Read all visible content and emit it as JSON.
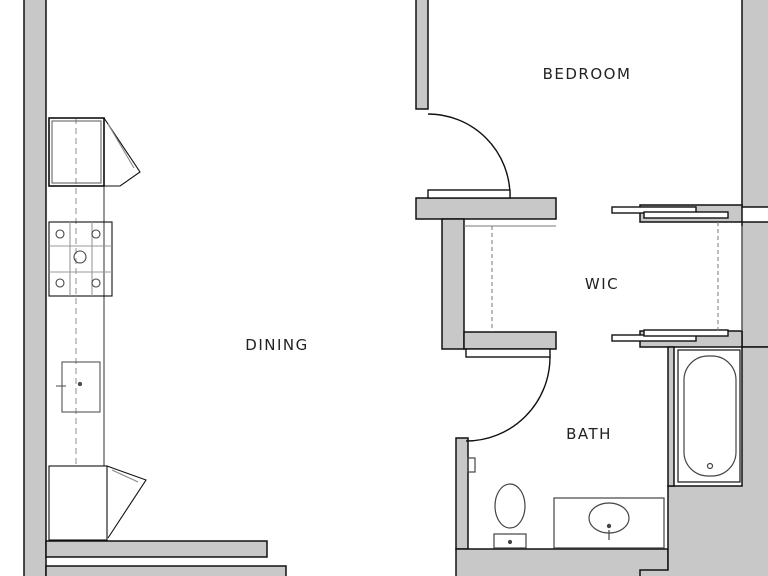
{
  "floorplan": {
    "rooms": [
      {
        "id": "bedroom",
        "label": "BEDROOM"
      },
      {
        "id": "wic",
        "label": "WIC"
      },
      {
        "id": "dining",
        "label": "DINING"
      },
      {
        "id": "bath",
        "label": "BATH"
      }
    ]
  },
  "colors": {
    "wall_fill": "#c8c8c8",
    "line": "#111111",
    "fixture_line": "#555555",
    "background": "#ffffff"
  }
}
